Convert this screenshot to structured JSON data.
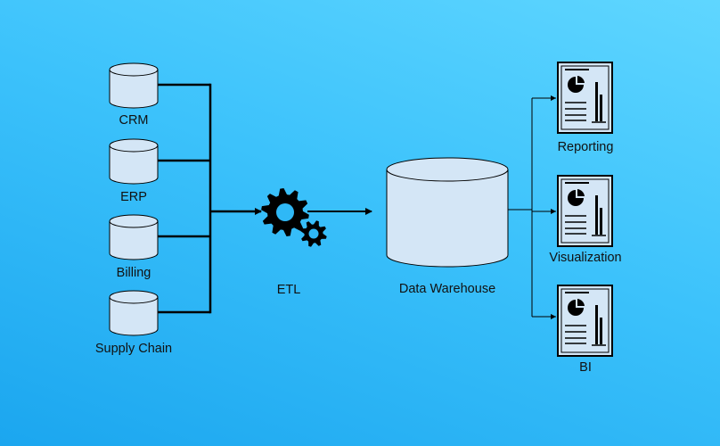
{
  "sources": [
    {
      "label": "CRM",
      "icon": "database-icon"
    },
    {
      "label": "ERP",
      "icon": "database-icon"
    },
    {
      "label": "Billing",
      "icon": "database-icon"
    },
    {
      "label": "Supply Chain",
      "icon": "database-icon"
    }
  ],
  "etl": {
    "label": "ETL",
    "icon": "gears-icon"
  },
  "warehouse": {
    "label": "Data Warehouse",
    "icon": "database-icon"
  },
  "outputs": [
    {
      "label": "Reporting",
      "icon": "report-icon"
    },
    {
      "label": "Visualization",
      "icon": "report-icon"
    },
    {
      "label": "BI",
      "icon": "report-icon"
    }
  ],
  "colors": {
    "cylinder_fill": "#d4e6f6",
    "stroke": "#000000"
  }
}
